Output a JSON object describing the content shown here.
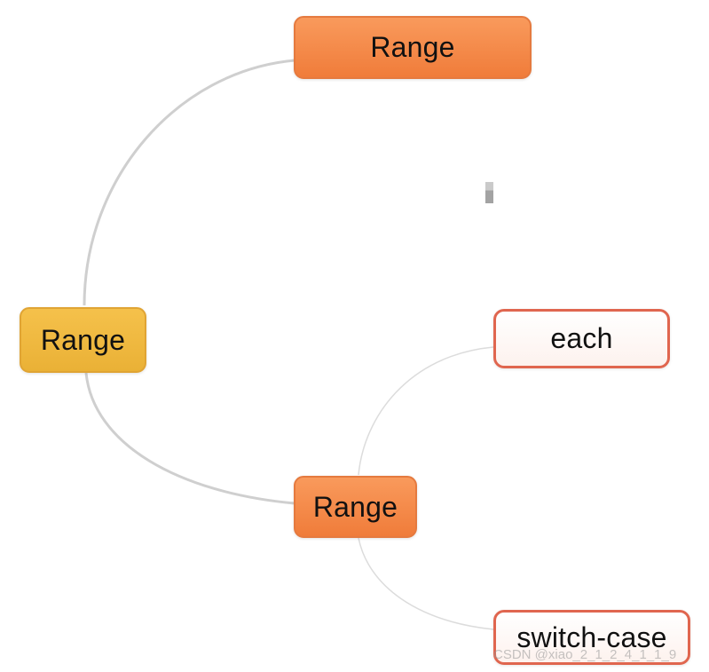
{
  "nodes": {
    "root": {
      "label": "Range",
      "color": "#f5b83f"
    },
    "top": {
      "label": "Range",
      "color": "#f5894a"
    },
    "middle": {
      "label": "Range",
      "color": "#f5894a"
    },
    "leaf_each": {
      "label": "each",
      "border_color": "#e0664f"
    },
    "leaf_switch": {
      "label": "switch-case",
      "border_color": "#e0664f"
    }
  },
  "watermark": "CSDN @xiao_2_1_2_4_1_1_9"
}
